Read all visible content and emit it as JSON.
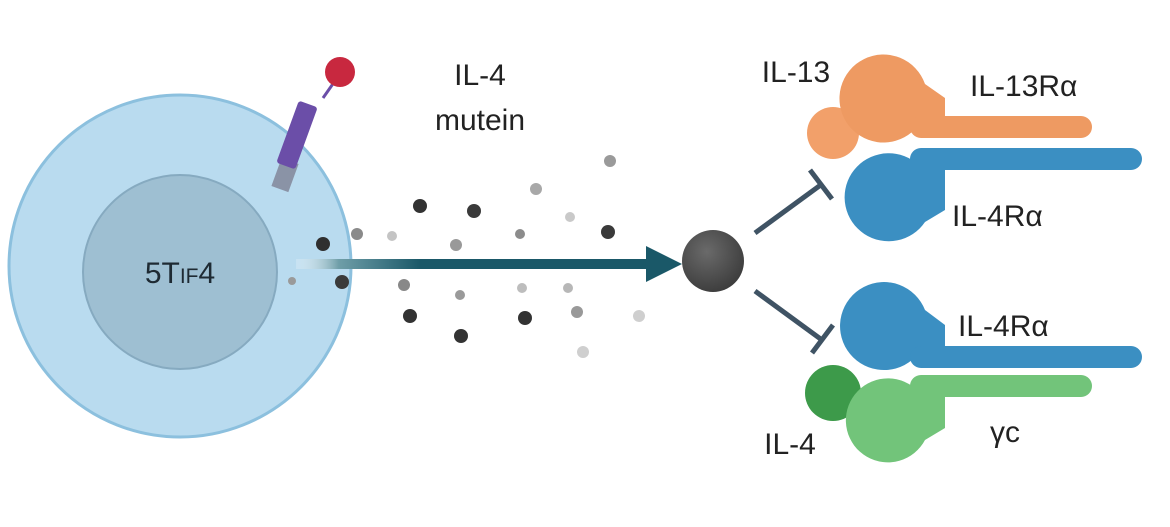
{
  "cell": {
    "label_main": "5T",
    "label_sub": "IF",
    "label_end": "4",
    "colors": {
      "outer": "#b9dbef",
      "outer_stroke": "#8cc0de",
      "nucleus": "#9ebfd2",
      "nucleus_stroke": "#86aac0"
    }
  },
  "marker": {
    "head_color": "#c8283f",
    "stalk_color": "#6b4ea8",
    "base_color": "#8a93a6"
  },
  "mutein_label": {
    "line1": "IL-4",
    "line2": "mutein"
  },
  "arrow_color": "#1a5868",
  "hub_color": "#4a4a4a",
  "inhibitor_color": "#3f5364",
  "top": {
    "ligand_label": "IL-13",
    "ligand_color": "#f2a06a",
    "receptor_upper_label": "IL-13Rα",
    "receptor_upper_color": "#ee9a62",
    "receptor_lower_label": "IL-4Rα",
    "receptor_lower_color": "#3b8fc2"
  },
  "bottom": {
    "ligand_label": "IL-4",
    "ligand_color": "#3d9a4a",
    "receptor_upper_label": "IL-4Rα",
    "receptor_upper_color": "#3b8fc2",
    "receptor_lower_label": "γc",
    "receptor_lower_color": "#72c47a"
  }
}
